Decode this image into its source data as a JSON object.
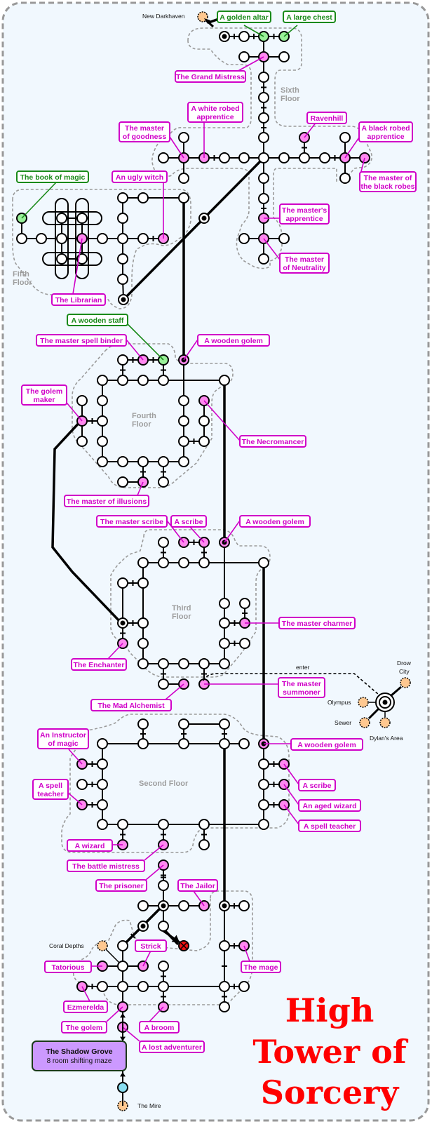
{
  "title": {
    "lines": [
      "High",
      "Tower of",
      "Sorcery"
    ],
    "color": "#ff0000"
  },
  "colors": {
    "npc": "#ff88f0",
    "npc_border": "#d000c8",
    "item": "#99f099",
    "item_border": "#1a8a1a",
    "external": "#ffc890",
    "start": "#88ddf0",
    "danger": "#ee1111",
    "maze": "#cc99ff",
    "background": "#f1f8fe"
  },
  "floors": {
    "sixth": "Sixth Floor",
    "fifth": "Fifth Floor",
    "fourth": "Fourth Floor",
    "third": "Third Floor",
    "second": "Second Floor"
  },
  "floor_label_lines": {
    "sixth": [
      "Sixth",
      "Floor"
    ],
    "fifth": [
      "Fifth",
      "Floor"
    ],
    "fourth": [
      "Fourth",
      "Floor"
    ],
    "third": [
      "Third",
      "Floor"
    ],
    "second": [
      "Second Floor"
    ]
  },
  "external_areas": {
    "new_darkhaven": "New Darkhaven",
    "drow_city": [
      "Drow",
      "City"
    ],
    "olympus": "Olympus",
    "sewer": "Sewer",
    "dylans_area": "Dylan's Area",
    "coral_depths": "Coral Depths",
    "the_mire": "The Mire",
    "enter": "enter"
  },
  "maze": {
    "name": "The Shadow Grove",
    "description": "8 room shifting maze"
  },
  "labels": [
    {
      "id": "golden-altar",
      "lines": [
        "A golden altar"
      ],
      "kind": "item"
    },
    {
      "id": "large-chest",
      "lines": [
        "A large chest"
      ],
      "kind": "item"
    },
    {
      "id": "grand-mistress",
      "lines": [
        "The Grand Mistress"
      ],
      "kind": "npc"
    },
    {
      "id": "white-robed-apprentice",
      "lines": [
        "A white robed",
        "apprentice"
      ],
      "kind": "npc"
    },
    {
      "id": "master-of-goodness",
      "lines": [
        "The master",
        "of goodness"
      ],
      "kind": "npc"
    },
    {
      "id": "ravenhill",
      "lines": [
        "Ravenhill"
      ],
      "kind": "npc"
    },
    {
      "id": "black-robed-apprentice",
      "lines": [
        "A black robed",
        "apprentice"
      ],
      "kind": "npc"
    },
    {
      "id": "master-black-robes",
      "lines": [
        "The master of",
        "the black robes"
      ],
      "kind": "npc"
    },
    {
      "id": "masters-apprentice",
      "lines": [
        "The master's",
        "apprentice"
      ],
      "kind": "npc"
    },
    {
      "id": "master-neutrality",
      "lines": [
        "The master",
        "of Neutrality"
      ],
      "kind": "npc"
    },
    {
      "id": "book-of-magic",
      "lines": [
        "The book of magic"
      ],
      "kind": "item"
    },
    {
      "id": "ugly-witch",
      "lines": [
        "An ugly witch"
      ],
      "kind": "npc"
    },
    {
      "id": "librarian",
      "lines": [
        "The Librarian"
      ],
      "kind": "npc"
    },
    {
      "id": "wooden-staff",
      "lines": [
        "A wooden staff"
      ],
      "kind": "item"
    },
    {
      "id": "master-spell-binder",
      "lines": [
        "The master spell binder"
      ],
      "kind": "npc"
    },
    {
      "id": "wooden-golem-4",
      "lines": [
        "A wooden golem"
      ],
      "kind": "npc"
    },
    {
      "id": "golem-maker",
      "lines": [
        "The golem",
        "maker"
      ],
      "kind": "npc"
    },
    {
      "id": "necromancer",
      "lines": [
        "The Necromancer"
      ],
      "kind": "npc"
    },
    {
      "id": "master-illusions",
      "lines": [
        "The master of illusions"
      ],
      "kind": "npc"
    },
    {
      "id": "master-scribe",
      "lines": [
        "The master scribe"
      ],
      "kind": "npc"
    },
    {
      "id": "scribe-3",
      "lines": [
        "A scribe"
      ],
      "kind": "npc"
    },
    {
      "id": "wooden-golem-3",
      "lines": [
        "A wooden golem"
      ],
      "kind": "npc"
    },
    {
      "id": "master-charmer",
      "lines": [
        "The master charmer"
      ],
      "kind": "npc"
    },
    {
      "id": "enchanter",
      "lines": [
        "The Enchanter"
      ],
      "kind": "npc"
    },
    {
      "id": "master-summoner",
      "lines": [
        "The master",
        "summoner"
      ],
      "kind": "npc"
    },
    {
      "id": "mad-alchemist",
      "lines": [
        "The Mad Alchemist"
      ],
      "kind": "npc"
    },
    {
      "id": "instructor-magic",
      "lines": [
        "An Instructor",
        "of magic"
      ],
      "kind": "npc"
    },
    {
      "id": "spell-teacher-left",
      "lines": [
        "A spell",
        "teacher"
      ],
      "kind": "npc"
    },
    {
      "id": "wooden-golem-2",
      "lines": [
        "A wooden golem"
      ],
      "kind": "npc"
    },
    {
      "id": "scribe-2",
      "lines": [
        "A scribe"
      ],
      "kind": "npc"
    },
    {
      "id": "aged-wizard",
      "lines": [
        "An aged wizard"
      ],
      "kind": "npc"
    },
    {
      "id": "spell-teacher-right",
      "lines": [
        "A spell teacher"
      ],
      "kind": "npc"
    },
    {
      "id": "wizard",
      "lines": [
        "A wizard"
      ],
      "kind": "npc"
    },
    {
      "id": "battle-mistress",
      "lines": [
        "The battle mistress"
      ],
      "kind": "npc"
    },
    {
      "id": "prisoner",
      "lines": [
        "The prisoner"
      ],
      "kind": "npc"
    },
    {
      "id": "jailor",
      "lines": [
        "The Jailor"
      ],
      "kind": "npc"
    },
    {
      "id": "strick",
      "lines": [
        "Strick"
      ],
      "kind": "npc"
    },
    {
      "id": "tatorious",
      "lines": [
        "Tatorious"
      ],
      "kind": "npc"
    },
    {
      "id": "mage",
      "lines": [
        "The mage"
      ],
      "kind": "npc"
    },
    {
      "id": "ezmerelda",
      "lines": [
        "Ezmerelda"
      ],
      "kind": "npc"
    },
    {
      "id": "golem-1",
      "lines": [
        "The golem"
      ],
      "kind": "npc"
    },
    {
      "id": "broom",
      "lines": [
        "A broom"
      ],
      "kind": "npc"
    },
    {
      "id": "lost-adventurer",
      "lines": [
        "A lost adventurer"
      ],
      "kind": "npc"
    }
  ]
}
